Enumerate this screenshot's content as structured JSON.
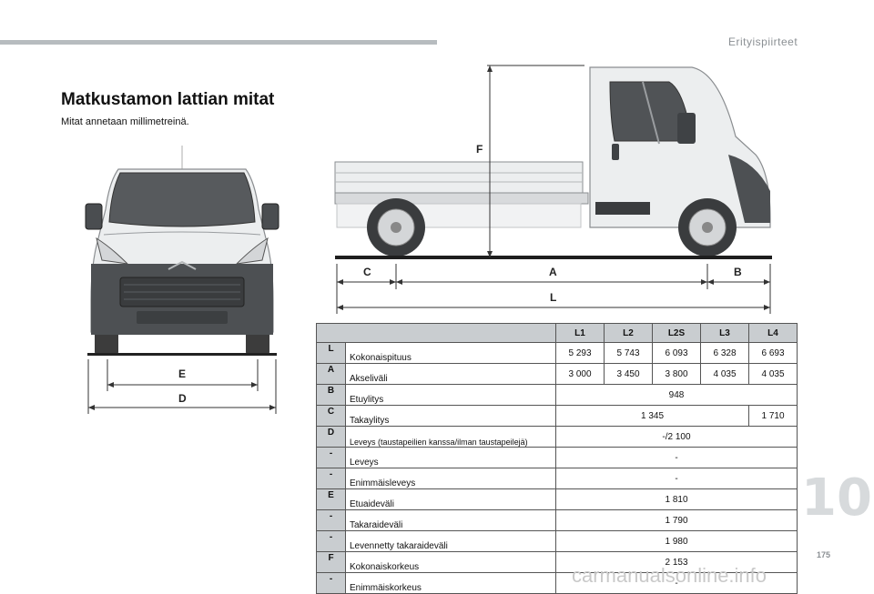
{
  "header": {
    "section": "Erityispiirteet"
  },
  "title": "Matkustamon lattian mitat",
  "subtitle": "Mitat annetaan millimetreinä.",
  "dimension_labels": {
    "A": "A",
    "B": "B",
    "C": "C",
    "D": "D",
    "E": "E",
    "F": "F",
    "L": "L"
  },
  "table": {
    "columns": [
      "L1",
      "L2",
      "L2S",
      "L3",
      "L4"
    ],
    "rows": [
      {
        "code": "L",
        "name": "Kokonaispituus",
        "values": [
          "5 293",
          "5 743",
          "6 093",
          "6 328",
          "6 693"
        ]
      },
      {
        "code": "A",
        "name": "Akseliväli",
        "values": [
          "3 000",
          "3 450",
          "3 800",
          "4 035",
          "4 035"
        ]
      },
      {
        "code": "B",
        "name": "Etuylitys",
        "all": "948"
      },
      {
        "code": "C",
        "name": "Takaylitys",
        "l1_l3": "1 345",
        "l4": "1 710"
      },
      {
        "code": "D",
        "name": "Leveys (taustapeilien kanssa/ilman taustapeilejä)",
        "all": "-/2 100"
      },
      {
        "code": "-",
        "name": "Leveys",
        "all": "-"
      },
      {
        "code": "-",
        "name": "Enimmäisleveys",
        "all": "-"
      },
      {
        "code": "E",
        "name": "Etuaideväli",
        "all": "1 810"
      },
      {
        "code": "-",
        "name": "Takaraideväli",
        "all": "1 790"
      },
      {
        "code": "-",
        "name": "Levennetty takaraideväli",
        "all": "1 980"
      },
      {
        "code": "F",
        "name": "Kokonaiskorkeus",
        "all": "2 153"
      },
      {
        "code": "-",
        "name": "Enimmäiskorkeus",
        "all": "-"
      }
    ]
  },
  "chapter_number": "10",
  "page_number": "175",
  "watermark": "carmanualsonline.info"
}
